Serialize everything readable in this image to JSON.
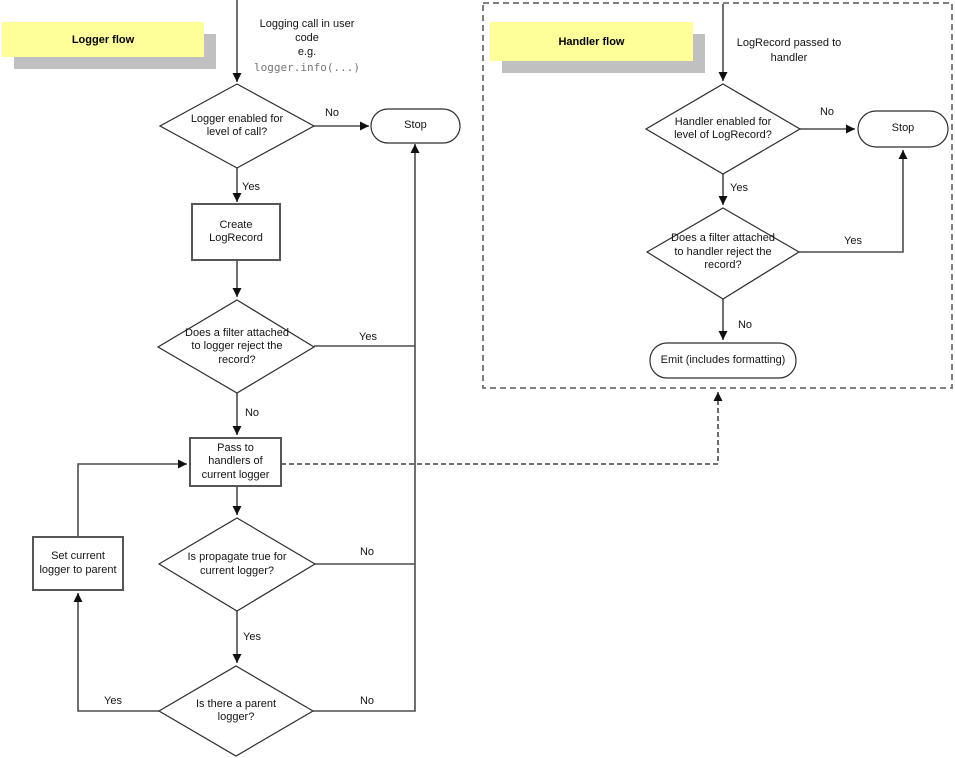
{
  "colors": {
    "sticky_yellow": "#ffff99",
    "sticky_shadow": "#c0c0c0",
    "line": "#4d4d4d",
    "dashed_container": "#808080",
    "code_text": "#767676"
  },
  "logger_flow": {
    "title": "Logger flow",
    "note": {
      "line1": "Logging call in user",
      "line2": "code",
      "line3": "e.g.",
      "code": "logger.info(...)"
    },
    "nodes": {
      "level_check": "Logger enabled for\nlevel of call?",
      "stop": "Stop",
      "create_logrecord": "Create\nLogRecord",
      "filter_check": "Does a filter attached\nto logger reject the\nrecord?",
      "pass_to_handlers": "Pass to\nhandlers of\ncurrent logger",
      "propagate_check": "Is propagate true for\ncurrent logger?",
      "parent_check": "Is there a parent\nlogger?",
      "set_current_logger": "Set current\nlogger to parent"
    },
    "edges": {
      "level_no": "No",
      "level_yes": "Yes",
      "filter_yes": "Yes",
      "filter_no": "No",
      "propagate_no": "No",
      "propagate_yes": "Yes",
      "parent_yes": "Yes",
      "parent_no": "No"
    }
  },
  "handler_flow": {
    "title": "Handler flow",
    "note": "LogRecord passed to\nhandler",
    "nodes": {
      "level_check": "Handler enabled for\nlevel of LogRecord?",
      "stop": "Stop",
      "filter_check": "Does a filter attached\nto handler reject the\nrecord?",
      "emit": "Emit (includes formatting)"
    },
    "edges": {
      "level_no": "No",
      "level_yes": "Yes",
      "filter_yes": "Yes",
      "filter_no": "No"
    }
  }
}
